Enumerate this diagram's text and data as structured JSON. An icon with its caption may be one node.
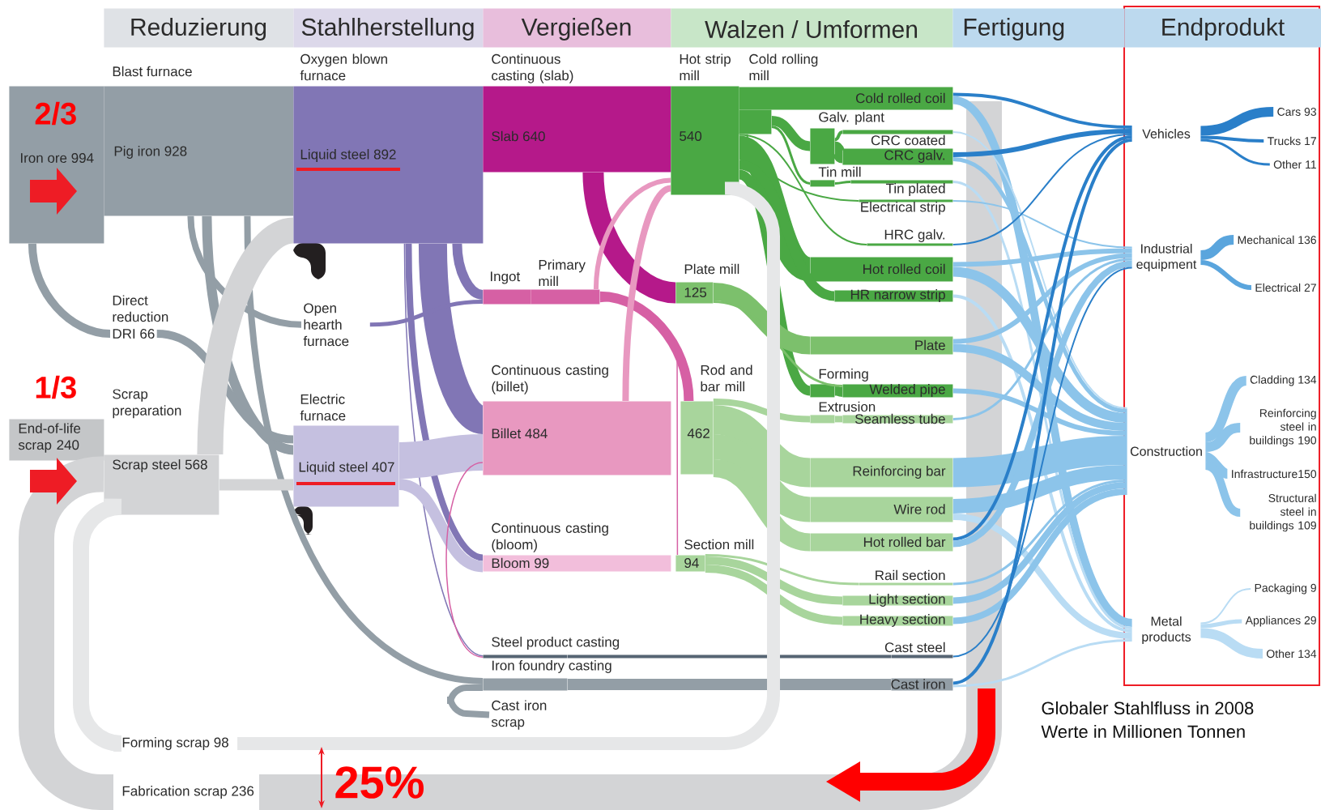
{
  "diagram": {
    "title": "Globaler Stahlfluss in 2008",
    "caption": "Werte in Millionen Tonnen",
    "nodes": [
      {
        "text": [
          "Reduzierung"
        ]
      },
      {
        "text": [
          "Stahlherstellung"
        ]
      },
      {
        "text": [
          "Vergießen"
        ]
      },
      {
        "text": [
          "Walzen / Umformen"
        ]
      },
      {
        "text": [
          "Fertigung"
        ]
      },
      {
        "text": [
          "Endprodukt"
        ]
      },
      {
        "text": [
          "Iron ore 994"
        ]
      },
      {
        "text": [
          "Blast furnace",
          "Pig iron 928"
        ]
      },
      {
        "text": [
          "Direct reduction",
          "DRI 66"
        ]
      },
      {
        "text": [
          "Scrap preparation",
          "Scrap steel 568"
        ]
      },
      {
        "text": [
          "End-of-life scrap 240"
        ]
      },
      {
        "text": [
          "Oxygen blown furnace",
          "Liquid steel 892"
        ]
      },
      {
        "text": [
          "Open hearth furnace"
        ]
      },
      {
        "text": [
          "Electric furnace",
          "Liquid steel 407"
        ]
      },
      {
        "text": [
          "Continuous casting (slab)",
          "Slab 640"
        ]
      },
      {
        "text": [
          "Ingot"
        ]
      },
      {
        "text": [
          "Primary mill"
        ]
      },
      {
        "text": [
          "Continuous casting (billet)",
          "Billet 484"
        ]
      },
      {
        "text": [
          "Continuous casting (bloom)",
          "Bloom 99"
        ]
      },
      {
        "text": [
          "Steel product casting"
        ]
      },
      {
        "text": [
          "Iron foundry casting"
        ]
      },
      {
        "text": [
          "Cast iron scrap"
        ]
      },
      {
        "text": [
          "Hot strip mill",
          "540"
        ]
      },
      {
        "text": [
          "Cold rolling mill"
        ]
      },
      {
        "text": [
          "Plate mill",
          "125"
        ]
      },
      {
        "text": [
          "Rod and bar mill",
          "462"
        ]
      },
      {
        "text": [
          "Section mill",
          "94"
        ]
      },
      {
        "text": [
          "Galv. plant"
        ]
      },
      {
        "text": [
          "Tin mill"
        ]
      },
      {
        "text": [
          "Forming"
        ]
      },
      {
        "text": [
          "Extrusion"
        ]
      },
      {
        "text": [
          "Cold rolled coil"
        ]
      },
      {
        "text": [
          "CRC coated"
        ]
      },
      {
        "text": [
          "CRC galv."
        ]
      },
      {
        "text": [
          "Tin plated"
        ]
      },
      {
        "text": [
          "Electrical strip"
        ]
      },
      {
        "text": [
          "HRC galv."
        ]
      },
      {
        "text": [
          "Hot rolled coil"
        ]
      },
      {
        "text": [
          "HR narrow strip"
        ]
      },
      {
        "text": [
          "Plate"
        ]
      },
      {
        "text": [
          "Welded pipe"
        ]
      },
      {
        "text": [
          "Seamless tube"
        ]
      },
      {
        "text": [
          "Reinforcing bar"
        ]
      },
      {
        "text": [
          "Wire rod"
        ]
      },
      {
        "text": [
          "Hot rolled bar"
        ]
      },
      {
        "text": [
          "Rail section"
        ]
      },
      {
        "text": [
          "Light section"
        ]
      },
      {
        "text": [
          "Heavy section"
        ]
      },
      {
        "text": [
          "Cast steel"
        ]
      },
      {
        "text": [
          "Cast iron"
        ]
      },
      {
        "text": [
          "Vehicles"
        ]
      },
      {
        "text": [
          "Industrial equipment"
        ]
      },
      {
        "text": [
          "Construction"
        ]
      },
      {
        "text": [
          "Metal products"
        ]
      },
      {
        "text": [
          "Cars 93"
        ]
      },
      {
        "text": [
          "Trucks 17"
        ]
      },
      {
        "text": [
          "Other 11"
        ]
      },
      {
        "text": [
          "Mechanical 136"
        ]
      },
      {
        "text": [
          "Electrical 27"
        ]
      },
      {
        "text": [
          "Cladding 134"
        ]
      },
      {
        "text": [
          "Reinforcing steel in buildings 190"
        ]
      },
      {
        "text": [
          "Infrastructure150"
        ]
      },
      {
        "text": [
          "Structural steel in buildings 109"
        ]
      },
      {
        "text": [
          "Packaging 9"
        ]
      },
      {
        "text": [
          "Appliances 29"
        ]
      },
      {
        "text": [
          "Other 134"
        ]
      },
      {
        "text": [
          "Forming scrap 98"
        ]
      },
      {
        "text": [
          "Fabrication scrap 236"
        ]
      }
    ],
    "edges": [
      {
        "from": 6,
        "to": 8,
        "arrow": "none",
        "color": "#939ea6"
      },
      {
        "from": 7,
        "to": 12,
        "arrow": "none",
        "color": "#939ea6"
      },
      {
        "from": 7,
        "to": 13,
        "arrow": "none",
        "color": "#939ea6"
      },
      {
        "from": 7,
        "to": 20,
        "arrow": "none",
        "color": "#939ea6"
      },
      {
        "from": 8,
        "to": 13,
        "arrow": "none",
        "color": "#939ea6"
      },
      {
        "from": 9,
        "to": 11,
        "arrow": "none",
        "style": "thick",
        "color": "#d3d4d6"
      },
      {
        "from": 11,
        "to": 15,
        "arrow": "none",
        "color": "#8176b5"
      },
      {
        "from": 11,
        "to": 17,
        "arrow": "none",
        "style": "thick",
        "color": "#8176b5"
      },
      {
        "from": 11,
        "to": 18,
        "arrow": "none",
        "color": "#8176b5"
      },
      {
        "from": 11,
        "to": 19,
        "arrow": "none",
        "color": "#8176b5"
      },
      {
        "from": 12,
        "to": 15,
        "arrow": "none",
        "color": "#8176b5"
      },
      {
        "from": 13,
        "to": 17,
        "arrow": "none",
        "style": "thick",
        "color": "#c5c0e0"
      },
      {
        "from": 13,
        "to": 18,
        "arrow": "none",
        "color": "#c5c0e0"
      },
      {
        "from": 14,
        "to": 24,
        "arrow": "none",
        "style": "thick",
        "color": "#b5198a"
      },
      {
        "from": 16,
        "to": 22,
        "arrow": "none",
        "color": "#e898c0"
      },
      {
        "from": 16,
        "to": 25,
        "arrow": "none",
        "color": "#d660a4"
      },
      {
        "from": 16,
        "to": 26,
        "arrow": "none",
        "color": "#d660a4"
      },
      {
        "from": 17,
        "to": 22,
        "arrow": "none",
        "color": "#e898c0"
      },
      {
        "from": 17,
        "to": 19,
        "arrow": "none",
        "color": "#d660a4"
      },
      {
        "from": 19,
        "to": 48,
        "arrow": "none",
        "color": "#566573"
      },
      {
        "from": 20,
        "to": 49,
        "arrow": "none",
        "color": "#939ea6"
      },
      {
        "from": 20,
        "to": 21,
        "arrow": "none",
        "color": "#939ea6"
      },
      {
        "from": 23,
        "to": 27,
        "arrow": "none",
        "color": "#4aa844"
      },
      {
        "from": 27,
        "to": 32,
        "arrow": "none",
        "color": "#4aa844"
      },
      {
        "from": 27,
        "to": 33,
        "arrow": "none",
        "style": "thick",
        "color": "#4aa844"
      },
      {
        "from": 23,
        "to": 28,
        "arrow": "none",
        "color": "#4aa844"
      },
      {
        "from": 28,
        "to": 34,
        "arrow": "none",
        "color": "#4aa844"
      },
      {
        "from": 23,
        "to": 35,
        "arrow": "none",
        "color": "#4aa844"
      },
      {
        "from": 22,
        "to": 36,
        "arrow": "none",
        "color": "#4aa844"
      },
      {
        "from": 22,
        "to": 37,
        "arrow": "none",
        "style": "thick",
        "color": "#4aa844"
      },
      {
        "from": 22,
        "to": 38,
        "arrow": "none",
        "color": "#4aa844"
      },
      {
        "from": 22,
        "to": 29,
        "arrow": "none",
        "color": "#4aa844"
      },
      {
        "from": 29,
        "to": 40,
        "arrow": "none",
        "color": "#4aa844"
      },
      {
        "from": 24,
        "to": 39,
        "arrow": "none",
        "style": "thick",
        "color": "#7cc06c"
      },
      {
        "from": 24,
        "to": 40,
        "arrow": "none",
        "color": "#7cc06c"
      },
      {
        "from": 25,
        "to": 42,
        "arrow": "none",
        "style": "thick",
        "color": "#a8d59c"
      },
      {
        "from": 25,
        "to": 43,
        "arrow": "none",
        "style": "thick",
        "color": "#a8d59c"
      },
      {
        "from": 25,
        "to": 44,
        "arrow": "none",
        "style": "thick",
        "color": "#a8d59c"
      },
      {
        "from": 25,
        "to": 30,
        "arrow": "none",
        "color": "#a8d59c"
      },
      {
        "from": 30,
        "to": 41,
        "arrow": "none",
        "color": "#a8d59c"
      },
      {
        "from": 26,
        "to": 45,
        "arrow": "none",
        "color": "#a8d59c"
      },
      {
        "from": 26,
        "to": 46,
        "arrow": "none",
        "color": "#a8d59c"
      },
      {
        "from": 26,
        "to": 47,
        "arrow": "none",
        "color": "#a8d59c"
      },
      {
        "from": 31,
        "to": 50,
        "arrow": "none",
        "color": "#2a7fc9"
      },
      {
        "from": 31,
        "to": 53,
        "arrow": "none",
        "color": "#8cc4ea"
      },
      {
        "from": 32,
        "to": 52,
        "arrow": "none",
        "color": "#b9dcf4"
      },
      {
        "from": 33,
        "to": 50,
        "arrow": "none",
        "color": "#2a7fc9"
      },
      {
        "from": 33,
        "to": 52,
        "arrow": "none",
        "color": "#8cc4ea"
      },
      {
        "from": 34,
        "to": 53,
        "arrow": "none",
        "color": "#b9dcf4"
      },
      {
        "from": 35,
        "to": 51,
        "arrow": "none",
        "color": "#8cc4ea"
      },
      {
        "from": 36,
        "to": 50,
        "arrow": "none",
        "color": "#2a7fc9"
      },
      {
        "from": 37,
        "to": 51,
        "arrow": "none",
        "color": "#8cc4ea"
      },
      {
        "from": 37,
        "to": 52,
        "arrow": "none",
        "color": "#8cc4ea"
      },
      {
        "from": 38,
        "to": 53,
        "arrow": "none",
        "color": "#b9dcf4"
      },
      {
        "from": 39,
        "to": 51,
        "arrow": "none",
        "color": "#8cc4ea"
      },
      {
        "from": 39,
        "to": 52,
        "arrow": "none",
        "color": "#8cc4ea"
      },
      {
        "from": 40,
        "to": 52,
        "arrow": "none",
        "color": "#8cc4ea"
      },
      {
        "from": 41,
        "to": 51,
        "arrow": "none",
        "color": "#8cc4ea"
      },
      {
        "from": 42,
        "to": 52,
        "arrow": "none",
        "style": "thick",
        "color": "#8cc4ea"
      },
      {
        "from": 43,
        "to": 52,
        "arrow": "none",
        "style": "thick",
        "color": "#8cc4ea"
      },
      {
        "from": 43,
        "to": 53,
        "arrow": "none",
        "color": "#b9dcf4"
      },
      {
        "from": 44,
        "to": 50,
        "arrow": "none",
        "color": "#2a7fc9"
      },
      {
        "from": 44,
        "to": 51,
        "arrow": "none",
        "color": "#8cc4ea"
      },
      {
        "from": 45,
        "to": 52,
        "arrow": "none",
        "color": "#8cc4ea"
      },
      {
        "from": 46,
        "to": 52,
        "arrow": "none",
        "color": "#8cc4ea"
      },
      {
        "from": 47,
        "to": 52,
        "arrow": "none",
        "color": "#8cc4ea"
      },
      {
        "from": 48,
        "to": 51,
        "arrow": "none",
        "color": "#2a7fc9"
      },
      {
        "from": 49,
        "to": 50,
        "arrow": "none",
        "color": "#2a7fc9"
      },
      {
        "from": 49,
        "to": 53,
        "arrow": "none",
        "color": "#b9dcf4"
      },
      {
        "from": 50,
        "to": 54,
        "arrow": "none",
        "color": "#2a7fc9"
      },
      {
        "from": 50,
        "to": 55,
        "arrow": "none",
        "color": "#2a7fc9"
      },
      {
        "from": 50,
        "to": 56,
        "arrow": "none",
        "color": "#2a7fc9"
      },
      {
        "from": 51,
        "to": 57,
        "arrow": "none",
        "color": "#5aa5dd"
      },
      {
        "from": 51,
        "to": 58,
        "arrow": "none",
        "color": "#5aa5dd"
      },
      {
        "from": 52,
        "to": 59,
        "arrow": "none",
        "color": "#8cc4ea"
      },
      {
        "from": 52,
        "to": 60,
        "arrow": "none",
        "color": "#8cc4ea"
      },
      {
        "from": 52,
        "to": 61,
        "arrow": "none",
        "color": "#8cc4ea"
      },
      {
        "from": 52,
        "to": 62,
        "arrow": "none",
        "color": "#8cc4ea"
      },
      {
        "from": 53,
        "to": 63,
        "arrow": "none",
        "color": "#b9dcf4"
      },
      {
        "from": 53,
        "to": 64,
        "arrow": "none",
        "color": "#b9dcf4"
      },
      {
        "from": 53,
        "to": 65,
        "arrow": "none",
        "color": "#b9dcf4"
      },
      {
        "from": 66,
        "to": 9,
        "arrow": "none",
        "style": "thick",
        "color": "#e6e7e8"
      },
      {
        "from": 67,
        "to": 9,
        "arrow": "none",
        "style": "thick",
        "color": "#d3d4d6"
      },
      {
        "from": 9,
        "to": 13,
        "arrow": "none",
        "color": "#d3d4d6"
      },
      {
        "from": 22,
        "to": 66,
        "arrow": "none",
        "style": "thick",
        "color": "#e6e7e8"
      }
    ],
    "labels": [
      "2/3",
      "1/3",
      "25%"
    ]
  }
}
